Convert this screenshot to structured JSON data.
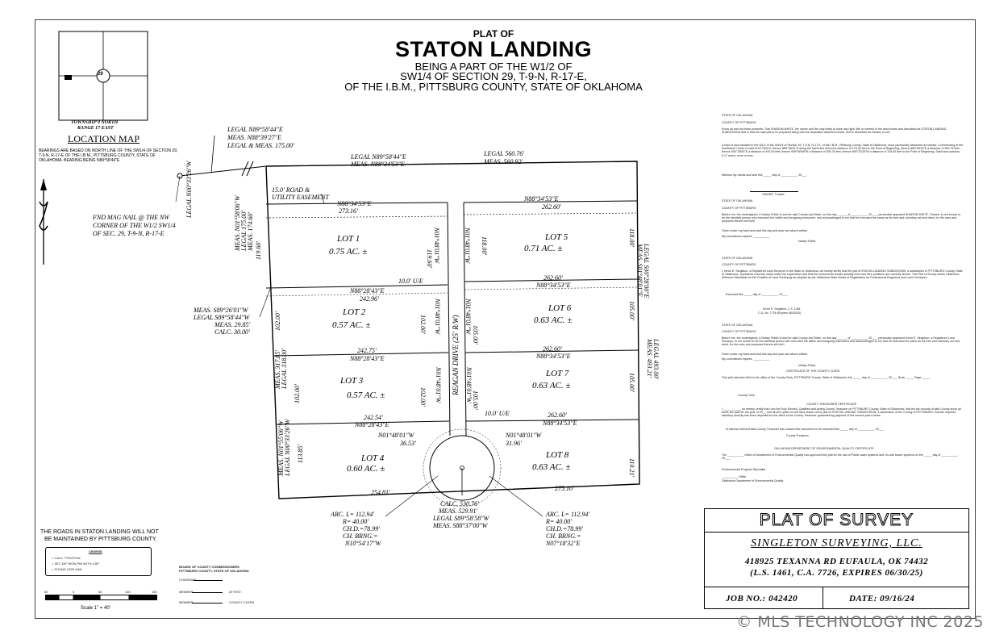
{
  "title": {
    "plat_of": "PLAT OF",
    "name": "STATON LANDING",
    "line1": "BEING A PART OF  THE W1/2 OF",
    "line2": "SW1/4 OF SECTION 29, T-9-N, R-17-E,",
    "line3": "OF THE I.B.M., PITTSBURG COUNTY, STATE OF OKLAHOMA"
  },
  "location_map": {
    "section": "29",
    "township": "TOWNSHIP 9 NORTH",
    "range": "RANGE 17 EAST",
    "label": "LOCATION  MAP"
  },
  "bearings_note": "BEARINGS ARE BASED ON NORTH LINE OF THE SW1/4 OF SECTION 29, T-9-N, R-17-E OF THE I.B.M., PITTSBURG COUNTY, STATE OF OKLAHOMA. BEARING BEING N89°58'44\"E",
  "fnd_note": [
    "FND MAG NAIL @ THE NW",
    "CORNER OF THE W1/2 SW1/4",
    "OF SEC. 29, T-9-N, R-17-E"
  ],
  "roads_note": [
    "THE ROADS IN STATON LANDING WILL NOT",
    "BE MAINTAINED BY PITTSBURG COUNTY."
  ],
  "legend": {
    "title": "LEGEND",
    "items": [
      "= CALC. POSITION",
      "= SET 3/8\" IRON PIN WITH CAP",
      "= FOUND 100D NAIL"
    ]
  },
  "scale": {
    "ticks": [
      "50",
      "0",
      "50",
      "100",
      "150"
    ],
    "label": "Scale 1\" = 40'"
  },
  "board": {
    "title1": "BOARD OF COUNTY COMMISSIONERS",
    "title2": "PITTSBURG COUNTY, STATE OF OKLAHOMA",
    "chairman": "CHAIRMAN",
    "member1": "MEMBER",
    "attest": "ATTEST:",
    "member2": "MEMBER",
    "clerk": "COUNTY CLERK"
  },
  "lots": [
    {
      "name": "LOT 1",
      "area": "0.75 AC. ±"
    },
    {
      "name": "LOT 2",
      "area": "0.57 AC. ±"
    },
    {
      "name": "LOT 3",
      "area": "0.57 AC. ±"
    },
    {
      "name": "LOT 4",
      "area": "0.60 AC. ±"
    },
    {
      "name": "LOT 5",
      "area": "0.71 AC. ±"
    },
    {
      "name": "LOT 6",
      "area": "0.63 AC. ±"
    },
    {
      "name": "LOT 7",
      "area": "0.63 AC. ±"
    },
    {
      "name": "LOT 8",
      "area": "0.63 AC. ±"
    }
  ],
  "dims": {
    "top_legal_n": "LEGAL N89°58'44\"E",
    "top_meas_n": "MEAS. N88°39'27\"E",
    "top_legal_meas": "LEGAL & MEAS. 175.00'",
    "mid_legal_n": "LEGAL N89°58'44\"E",
    "mid_meas_n": "MEAS. N88°34'53\"E",
    "legal_560": "LEGAL 560.76'",
    "meas_560": "MEAS. 560.92'",
    "road_easement1": "15.0' ROAD &",
    "road_easement2": "UTILITY EASEMENT",
    "lot1_bearing": "N88°34'53\"E",
    "lot1_dist": "273.16'",
    "lot5_bearing": "N88°34'53\"E",
    "lot5_dist": "262.60'",
    "left_legal1": "LEGAL N00°33'26\"W",
    "left_meas1": "MEAS. N01°58'06\"W",
    "left_legal_175": "LEGAL 175.00'",
    "left_meas_175": "MEAS. 174.60'",
    "dist_119_60": "119.60'",
    "ue_left": "10.0' U/E",
    "lot2_bearing": "N88°28'43\"E",
    "lot2_dist": "242.96'",
    "lot6_dist": "262.60'",
    "lot6_bearing": "N88°34'53\"E",
    "meas_s89": "MEAS. S89°26'01\"W",
    "legal_s89": "LEGAL S89°58'44\"W",
    "meas_29": "MEAS. 29.85'",
    "calc_30": "CALC. 30.00'",
    "dist_102_a": "102.00'",
    "lot3_dist": "242.75'",
    "lot3_bearing": "N88°28'43\"E",
    "lot7_dist": "262.60'",
    "lot7_bearing": "N88°34'53\"E",
    "meas_317": "MEAS. 317.85'",
    "legal_318": "LEGAL 318.00'",
    "dist_102_b": "102.00'",
    "lot4_top_dist": "242.54'",
    "lot4_top_bearing": "N88°28'43\"E",
    "ue_right": "10.0' U/E",
    "lot8_top_dist": "262.60'",
    "lot8_top_bearing": "N88°34'53\"E",
    "meas_n01_55": "MEAS. N01°55'06\"W",
    "legal_n00_33": "LEGAL N00°33'26\"W",
    "dist_113_85": "113.85'",
    "road_w_bearing": "N01°48'01\"W",
    "road_w_dist": "36.53'",
    "road_e_bearing": "N01°48'01\"W",
    "road_e_dist": "31.96'",
    "bottom_left": "254.81'",
    "bottom_right": "275.10'",
    "calc_530": "CALC. 530.76'",
    "meas_529": "MEAS. 529.91'",
    "legal_s89_bottom": "LEGAL S89°58'58\"W",
    "meas_s88_bottom": "MEAS. S88°37'00\"W",
    "arc_left_l": "ARC. L= 112.94'",
    "arc_left_r": "R= 40.00'",
    "arc_left_chd": "CH.D.=78.99'",
    "arc_left_chb": "CH. BRNG.=",
    "arc_left_chb2": "N10°54'17\"W",
    "arc_right_l": "ARC. L= 112.94'",
    "arc_right_r": "R= 40.00'",
    "arc_right_chd": "CH.D.=78.99'",
    "arc_right_chb": "CH. BRNG.=",
    "arc_right_chb2": "N07°18'32\"E",
    "right_legal_s00": "LEGAL S00°28'00\"E",
    "right_meas_s01": "MEAS. S01°48'01\"E",
    "right_legal_493": "LEGAL 493.00'",
    "right_meas_493": "MEAS. 493.21'",
    "dist_118_a": "118.00'",
    "dist_118_b": "118.00'",
    "dist_105_a": "105.00'",
    "dist_105_b": "105.00'",
    "dist_105_c": "105.00'",
    "dist_105_d": "105.00'",
    "dist_110_21": "110.21'",
    "dist_119_60b": "119.60'",
    "dist_102_c": "102.00'",
    "dist_102_d": "102.00'",
    "road_center1": "N01°48'01\"W",
    "road_center2": "N01°48'01\"W",
    "road_center3": "N01°48'01\"W",
    "road_name": "REAGAN DRIVE (25' R/W)"
  },
  "certificates": {
    "state": "STATE OF OKLAHOMA",
    "county": "COUNTY OF PITTSBURG",
    "owner_cert": "Know all men by these presents: That SHARON WHITE, the owner and the only entity to have any right, title or interest in the land shown and described as STATON LANDING SUBDIVISION and in that the said plat to be prepared along with the dedication attached hereto, and is described as follows, to-wit:",
    "legal_desc": "A tract of land situated in the W1/2 of the SW1/4 of Section 29, T-9-N, R-17-E, of the I.B.M., Pittsburg County, State of Oklahoma, more particularly described as follows: Commencing at the Northwest Corner of said W1/2 SW1/4; thence N89°58'44\"E along the North line thereof a distance of 175.00 feet to the Point of Beginning; thence N89°58'44\"E a distance of 560.76 feet; thence S00°28'00\"E a distance of 493.00 feet; thence S89°58'58\"W a distance of 530.76 feet; thence N00°33'26\"W a distance of 318.00 feet to the Point of Beginning. Said tract contains 5.17 acres, more or less.",
    "witness": "Witness my hands and seal this _____ day of __________, 20___.",
    "owner_line": "OWNER, Trustee",
    "notary1": "Before me, the undersigned, a Notary Public in and for said County and State, on this day ______ of __________, 20___, personally appeared SHARON WHITE, Trustee, to me known to be the identical person who executed the within and foregoing instrument, and acknowledged to me that he executed the same as his free and voluntary act and deed, for the uses and purposes therein set forth.",
    "notary_given": "Given under my hand and seal this day and year last above written.",
    "commission": "My commission expires: __________",
    "notary_public": "Notary Public",
    "surveyor_cert": "I, Kevin E. Singleton, a Registered Land Surveyor in the State of Oklahoma, do hereby certify that the plat of STATON LANDING SUBDIVISION, a subdivision in PITTSBURG County, State of Oklahoma, represents a survey made under my supervision and that the monuments shown actually exist and their positions are correctly shown. This Plat of Survey meets Oklahoma Minimum Standards for the Practice of Land Surveying as adopted by the Oklahoma State Board of Registration for Professional Engineers and Land Surveyors.",
    "executed": "Executed this _____ day of __________, 20___.",
    "surveyor_name": "Kevin E. Singleton, L.S. 1461",
    "ca_no": "C.A. No. 7726 (Expires 06/30/25)",
    "notary2": "Before me, the undersigned, a Notary Public in and for said County and State, on this day ______ of __________, 20___, personally appeared Kevin E. Singleton, a Registered Land Surveyor, to me known to be the identical person who executed the within and foregoing instrument and acknowledged to me that he executed the same as his free and voluntary act and deed, for the uses and purposes therein set forth.",
    "clerk_cert_title": "CERTIFICATE OF THE COUNTY CLERK",
    "clerk_cert": "This plat has been filed in the office of the County Clerk, PITTSBURG County, State of Oklahoma, this _____ day of __________, 20___, Book _____ Page _____.",
    "county_clerk": "County Clerk",
    "treasurer_title": "COUNTY TREASURER CERTIFICATE",
    "treasurer_cert": "I, __________, do hereby certify that I am the Duly Elected, Qualified and Acting County Treasurer of PITTSBURG County, State of Oklahoma; that the tax records of said County show all taxes are paid for the year of 20__ and all prior years on the land shown of the plat of STATON LANDING SUBDIVISION, a subdivision of the County of PITTSBURG; that the required statutory security has been deposited in the office of the County Treasurer guaranteeing payment of the current year's taxes.",
    "treasurer_witness": "In witness whereof said County Treasurer has caused this instrument to be executed this _____ day of __________, 20___.",
    "county_treasurer": "County Treasurer",
    "deq_title": "OKLAHOMA DEPARTMENT OF ENVIRONMENTAL QUALITY CERTIFICATE",
    "deq_cert": "The __________ Office of Department of Environmental Quality has approved this plat for the use of Public water systems and On-site sewer systems on the _____ day of __________, 20___.",
    "deq_specialist": "Environmental Program Specialist",
    "deq_office": "__________ Office",
    "deq_dept": "Oklahoma Department of Environmental Quality"
  },
  "title_block": {
    "heading": "PLAT OF SURVEY",
    "company": "SINGLETON SURVEYING, LLC.",
    "address": "418925 TEXANNA RD EUFAULA, OK 74432",
    "license": "(L.S. 1461, C.A. 7726, EXPIRES 06/30/25)",
    "job": "JOB NO.: 042420",
    "date": "DATE: 09/16/24"
  },
  "watermark": "© MLS TECHNOLOGY INC 2025"
}
